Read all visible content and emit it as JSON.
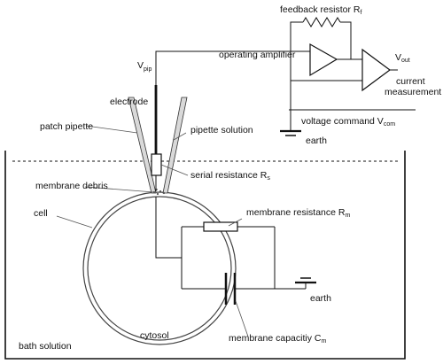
{
  "labels": {
    "feedback_resistor": "feedback resistor R",
    "feedback_resistor_sub": "f",
    "v_out": "V",
    "v_out_sub": "out",
    "v_pip": "V",
    "v_pip_sub": "pip",
    "operating_amplifier": "operating amplifier",
    "current_measurement_1": "current",
    "current_measurement_2": "measurement",
    "electrode": "electrode",
    "voltage_command": "voltage command V",
    "voltage_command_sub": "com",
    "patch_pipette": "patch pipette",
    "pipette_solution": "pipette solution",
    "earth_top": "earth",
    "serial_resistance": "serial resistance R",
    "serial_resistance_sub": "s",
    "membrane_debris": "membrane debris",
    "cell": "cell",
    "membrane_resistance": "membrane resistance R",
    "membrane_resistance_sub": "m",
    "earth_bottom": "earth",
    "cytosol": "cytosol",
    "bath_solution": "bath solution",
    "membrane_capacity": "membrane capacitiy C",
    "membrane_capacity_sub": "m"
  },
  "colors": {
    "line": "#111111",
    "pipette_fill": "#d9d9d9",
    "membrane": "#444444"
  }
}
